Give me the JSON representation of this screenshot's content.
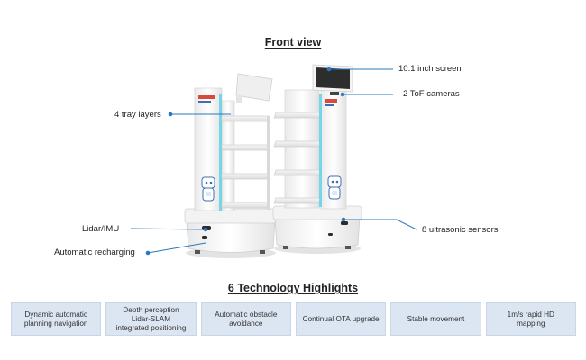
{
  "front_view_title": "Front view",
  "callouts": {
    "screen": "10.1 inch screen",
    "tof": "2 ToF cameras",
    "tray": "4 tray layers",
    "lidar": "Lidar/IMU",
    "recharge": "Automatic recharging",
    "ultrasonic": "8 ultrasonic sensors"
  },
  "tech_title": "6 Technology Highlights",
  "highlights": [
    {
      "line1": "Dynamic automatic",
      "line2": "planning navigation",
      "line3": ""
    },
    {
      "line1": "Depth perception",
      "line2": "Lidar-SLAM",
      "line3": "integrated positioning"
    },
    {
      "line1": "Automatic obstacle",
      "line2": "avoidance",
      "line3": ""
    },
    {
      "line1": "Continual OTA upgrade",
      "line2": "",
      "line3": ""
    },
    {
      "line1": "Stable movement",
      "line2": "",
      "line3": ""
    },
    {
      "line1": "1m/s rapid HD",
      "line2": "mapping",
      "line3": ""
    }
  ],
  "colors": {
    "callout_line": "#2a78bf",
    "highlight_bg": "#dce6f3",
    "accent_cyan": "#5fd3e8"
  }
}
